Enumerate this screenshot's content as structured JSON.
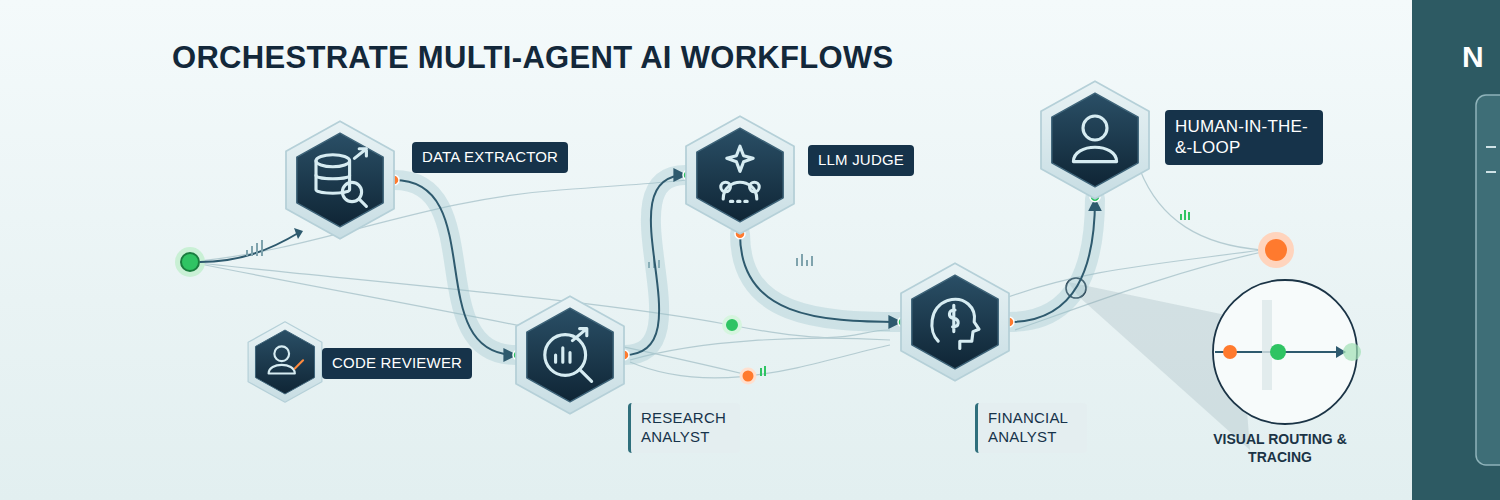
{
  "diagram": {
    "title": "ORCHESTRATE MULTI-AGENT AI WORKFLOWS",
    "nodes": [
      {
        "text": [
          "DATA EXTRACTOR"
        ]
      },
      {
        "text": [
          "CODE REVIEWER"
        ]
      },
      {
        "text": [
          "RESEARCH ANALYST"
        ]
      },
      {
        "text": [
          "LLM JUDGE"
        ]
      },
      {
        "text": [
          "FINANCIAL ANALYST"
        ]
      },
      {
        "text": [
          "HUMAN-IN-THE- &-LOOP"
        ]
      }
    ],
    "edges": [
      {
        "from": 0,
        "to": 2,
        "arrow": "to"
      },
      {
        "from": 2,
        "to": 3,
        "arrow": "to"
      },
      {
        "from": 3,
        "to": 4,
        "arrow": "to"
      },
      {
        "from": 4,
        "to": 5,
        "arrow": "to"
      }
    ],
    "labels": [
      "VISUAL ROUTING & TRACING",
      "N"
    ]
  }
}
